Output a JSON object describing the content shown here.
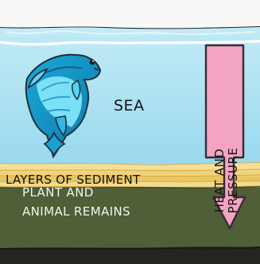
{
  "diagram": {
    "labels": {
      "sea": "SEA",
      "layers_of_sediment": "LAYERS OF SEDIMENT",
      "plant_and_animal_remains": {
        "line1": "PLANT AND",
        "line2": "ANIMAL REMAINS"
      },
      "heat_and_pressure": {
        "line1": "HEAT AND",
        "line2": "PRESSURE"
      }
    },
    "icons": {
      "animal": "fish-icon",
      "arrow": "down-arrow-icon"
    },
    "colors": {
      "sky": "#f7f7f7",
      "sea": "#98d8ee",
      "sea_top": "#cfeef7",
      "sediment_light": "#f1d37a",
      "sediment_mid": "#f6e39f",
      "sediment_dark": "#e7c65a",
      "remains": "#4f5f37",
      "bottom_layer": "#24261f",
      "fish_light": "#6ad2f0",
      "fish_dark": "#0e82ae",
      "arrow": "#f4a4c3",
      "arrow_outline": "#3b2b34"
    }
  }
}
